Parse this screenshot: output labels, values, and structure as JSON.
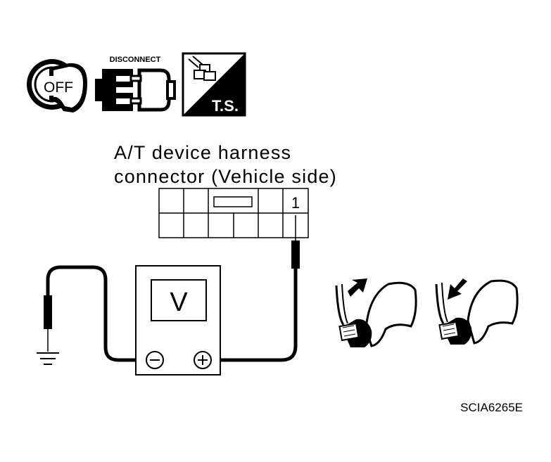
{
  "icons": {
    "ignition": {
      "name": "ignition-key-icon",
      "label": "OFF"
    },
    "disconnect": {
      "name": "disconnect-connector-icon",
      "label": "DISCONNECT"
    },
    "ts": {
      "name": "ts-icon",
      "label": "T.S."
    }
  },
  "connector": {
    "title_line1": "A/T device harness",
    "title_line2": "connector (Vehicle side)",
    "terminal": "1"
  },
  "meter": {
    "display": "V",
    "neg_symbol": "⊖",
    "pos_symbol": "⊕"
  },
  "brake_pedals": {
    "pressed": "brake-pedal-depressed-icon",
    "released": "brake-pedal-released-icon"
  },
  "reference_code": "SCIA6265E"
}
